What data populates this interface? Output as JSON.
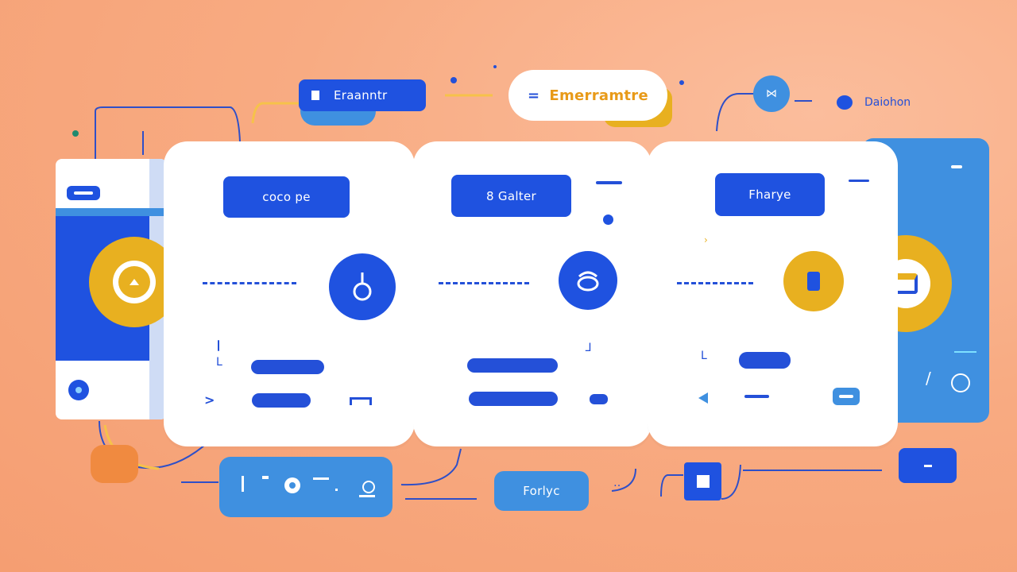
{
  "top_bar": {
    "chip_left_label": "Eraanntr",
    "chip_center_label": "Emerramtre",
    "chip_right_label": "Daiohon"
  },
  "cards": [
    {
      "header_label": "coco pe"
    },
    {
      "header_label": "8 Galter"
    },
    {
      "header_label": "Fharye"
    }
  ],
  "bottom_bar": {
    "chip_label": "Forlyc"
  },
  "colors": {
    "background": "#f8ab82",
    "primary_blue": "#1f52e0",
    "light_blue": "#3f90e0",
    "accent_yellow": "#e8b020",
    "card_white": "#ffffff"
  }
}
